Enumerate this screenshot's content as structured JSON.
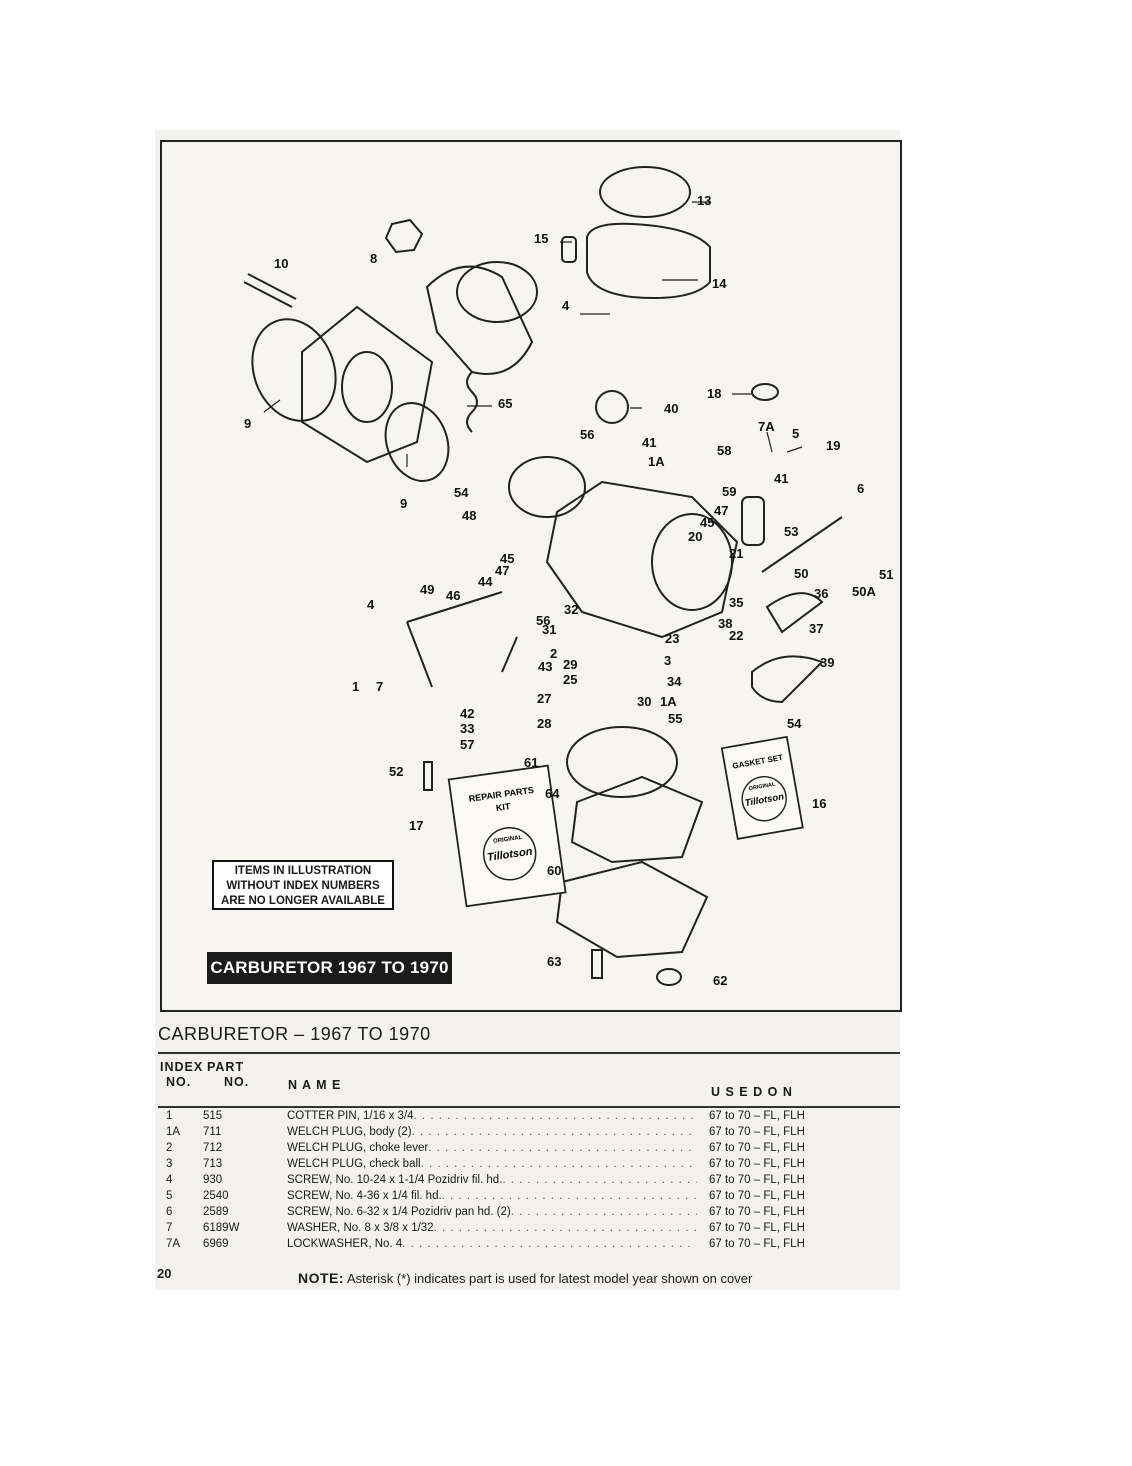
{
  "diagram": {
    "callouts": [
      {
        "id": "c13",
        "label": "13"
      },
      {
        "id": "c15",
        "label": "15"
      },
      {
        "id": "c8",
        "label": "8"
      },
      {
        "id": "c10",
        "label": "10"
      },
      {
        "id": "c14",
        "label": "14"
      },
      {
        "id": "c4a",
        "label": "4"
      },
      {
        "id": "c18",
        "label": "18"
      },
      {
        "id": "c65",
        "label": "65"
      },
      {
        "id": "c40",
        "label": "40"
      },
      {
        "id": "c9a",
        "label": "9"
      },
      {
        "id": "c9b",
        "label": "9"
      },
      {
        "id": "c7a",
        "label": "7A"
      },
      {
        "id": "c5",
        "label": "5"
      },
      {
        "id": "c19",
        "label": "19"
      },
      {
        "id": "c56a",
        "label": "56"
      },
      {
        "id": "c41a",
        "label": "41"
      },
      {
        "id": "c1a",
        "label": "1A"
      },
      {
        "id": "c58",
        "label": "58"
      },
      {
        "id": "c41b",
        "label": "41"
      },
      {
        "id": "c6",
        "label": "6"
      },
      {
        "id": "c54a",
        "label": "54"
      },
      {
        "id": "c59",
        "label": "59"
      },
      {
        "id": "c48",
        "label": "48"
      },
      {
        "id": "c47a",
        "label": "47"
      },
      {
        "id": "c45a",
        "label": "45"
      },
      {
        "id": "c53",
        "label": "53"
      },
      {
        "id": "c20",
        "label": "20"
      },
      {
        "id": "c21",
        "label": "21"
      },
      {
        "id": "c45b",
        "label": "45"
      },
      {
        "id": "c47b",
        "label": "47"
      },
      {
        "id": "c44",
        "label": "44"
      },
      {
        "id": "c50",
        "label": "50"
      },
      {
        "id": "c51",
        "label": "51"
      },
      {
        "id": "c36",
        "label": "36"
      },
      {
        "id": "c50a",
        "label": "50A"
      },
      {
        "id": "c49",
        "label": "49"
      },
      {
        "id": "c46",
        "label": "46"
      },
      {
        "id": "c35",
        "label": "35"
      },
      {
        "id": "c4b",
        "label": "4"
      },
      {
        "id": "c32",
        "label": "32"
      },
      {
        "id": "c56b",
        "label": "56"
      },
      {
        "id": "c31",
        "label": "31"
      },
      {
        "id": "c38",
        "label": "38"
      },
      {
        "id": "c23",
        "label": "23"
      },
      {
        "id": "c22",
        "label": "22"
      },
      {
        "id": "c37",
        "label": "37"
      },
      {
        "id": "c2",
        "label": "2"
      },
      {
        "id": "c3",
        "label": "3"
      },
      {
        "id": "c43",
        "label": "43"
      },
      {
        "id": "c29",
        "label": "29"
      },
      {
        "id": "c39",
        "label": "39"
      },
      {
        "id": "c25",
        "label": "25"
      },
      {
        "id": "c34",
        "label": "34"
      },
      {
        "id": "c1",
        "label": "1"
      },
      {
        "id": "c7",
        "label": "7"
      },
      {
        "id": "c27",
        "label": "27"
      },
      {
        "id": "c30",
        "label": "30"
      },
      {
        "id": "c1b",
        "label": "1A"
      },
      {
        "id": "c42",
        "label": "42"
      },
      {
        "id": "c55",
        "label": "55"
      },
      {
        "id": "c54b",
        "label": "54"
      },
      {
        "id": "c28",
        "label": "28"
      },
      {
        "id": "c33",
        "label": "33"
      },
      {
        "id": "c57",
        "label": "57"
      },
      {
        "id": "c61",
        "label": "61"
      },
      {
        "id": "c52",
        "label": "52"
      },
      {
        "id": "c64",
        "label": "64"
      },
      {
        "id": "c16",
        "label": "16"
      },
      {
        "id": "c17",
        "label": "17"
      },
      {
        "id": "c60",
        "label": "60"
      },
      {
        "id": "c63",
        "label": "63"
      },
      {
        "id": "c62",
        "label": "62"
      }
    ],
    "notice_lines": [
      "ITEMS IN ILLUSTRATION",
      "WITHOUT INDEX NUMBERS",
      "ARE NO LONGER AVAILABLE"
    ],
    "title_bar": "CARBURETOR 1967 TO 1970",
    "repair_card": {
      "line1": "REPAIR PARTS",
      "line2": "KIT",
      "brand": "Tillotson",
      "sub": "ORIGINAL"
    },
    "gasket_card": {
      "line1": "GASKET SET",
      "brand": "Tillotson",
      "sub": "ORIGINAL"
    }
  },
  "section_title": "CARBURETOR  –  1967 TO 1970",
  "table": {
    "headers": {
      "index_line1": "INDEX",
      "index_line2": "NO.",
      "part_line1": "PART",
      "part_line2": "NO.",
      "name": "N A M E",
      "used_on": "U S E D   O N"
    },
    "rows": [
      {
        "index": "1",
        "part": "515",
        "name": "COTTER PIN, 1/16 x 3/4",
        "used_on": "67 to 70 – FL, FLH"
      },
      {
        "index": "1A",
        "part": "711",
        "name": "WELCH PLUG, body (2)",
        "used_on": "67 to 70 – FL, FLH"
      },
      {
        "index": "2",
        "part": "712",
        "name": "WELCH PLUG, choke lever",
        "used_on": "67 to 70 – FL, FLH"
      },
      {
        "index": "3",
        "part": "713",
        "name": "WELCH PLUG, check ball",
        "used_on": "67 to 70 – FL, FLH"
      },
      {
        "index": "4",
        "part": "930",
        "name": "SCREW, No. 10-24 x 1-1/4 Pozidriv fil. hd.",
        "used_on": "67 to 70 – FL, FLH"
      },
      {
        "index": "5",
        "part": "2540",
        "name": "SCREW, No. 4-36 x 1/4 fil. hd.",
        "used_on": "67 to 70 – FL, FLH"
      },
      {
        "index": "6",
        "part": "2589",
        "name": "SCREW, No. 6-32 x 1/4 Pozidriv pan hd. (2)",
        "used_on": "67 to 70 – FL, FLH"
      },
      {
        "index": "7",
        "part": "6189W",
        "name": "WASHER, No. 8 x 3/8 x 1/32",
        "used_on": "67 to 70 – FL, FLH"
      },
      {
        "index": "7A",
        "part": "6969",
        "name": "LOCKWASHER, No. 4",
        "used_on": "67 to 70 – FL, FLH"
      }
    ]
  },
  "page_number": "20",
  "note": {
    "label": "NOTE:",
    "text": "Asterisk (*) indicates part is used for latest model year shown on cover"
  }
}
